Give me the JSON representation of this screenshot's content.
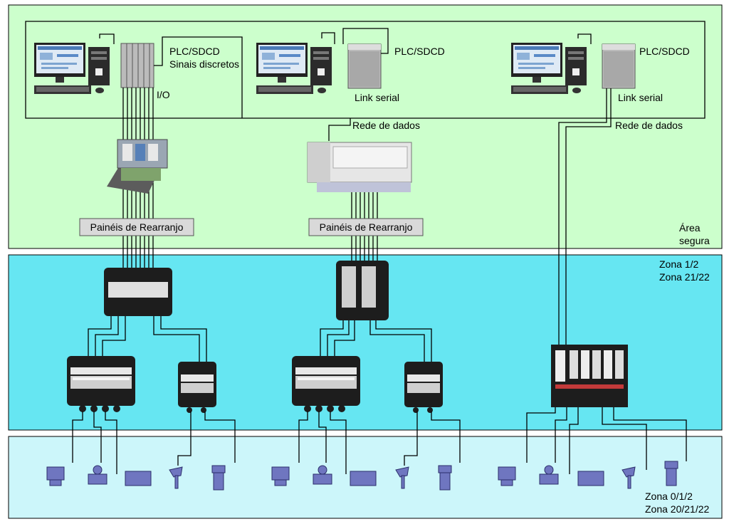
{
  "zones": {
    "safe_label_1": "Área",
    "safe_label_2": "segura",
    "zone12_label_1": "Zona 1/2",
    "zone12_label_2": "Zona 21/22",
    "zone0_label_1": "Zona 0/1/2",
    "zone0_label_2": "Zona 20/21/22"
  },
  "stations": [
    {
      "plc_label": "PLC/SDCD",
      "sub_label": "Sinais discretos",
      "io_label": "I/O"
    },
    {
      "plc_label": "PLC/SDCD",
      "link_label": "Link serial",
      "net_label": "Rede de dados"
    },
    {
      "plc_label": "PLC/SDCD",
      "link_label": "Link serial",
      "net_label": "Rede de dados"
    }
  ],
  "panels": [
    {
      "label": "Painéis de Rearranjo"
    },
    {
      "label": "Painéis de Rearranjo"
    }
  ],
  "colors": {
    "safe_bg": "#ccffcc",
    "zone12_bg": "#66e6f2",
    "zone0_bg": "#ccf6fa",
    "panel_bg": "#d9d9d9",
    "device_blue": "#6f76c0"
  }
}
